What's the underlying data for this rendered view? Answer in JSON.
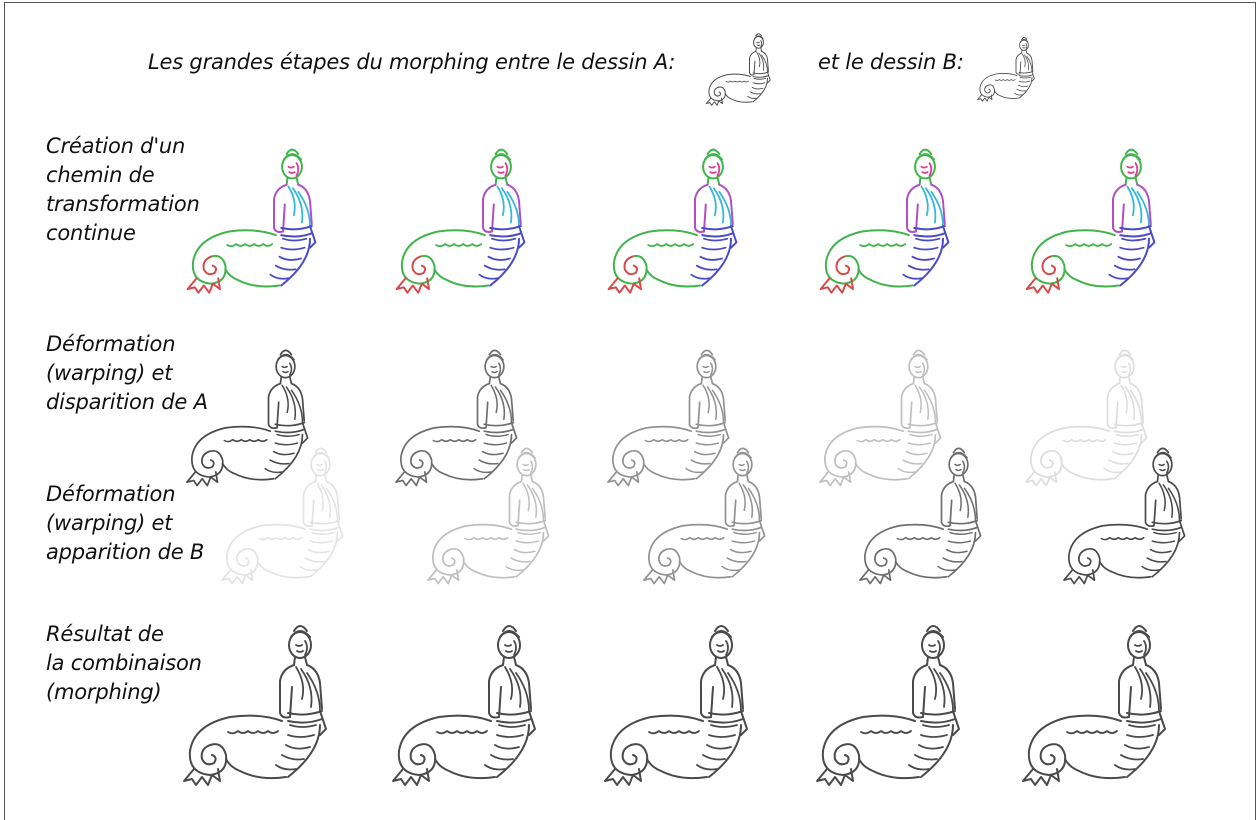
{
  "heading": {
    "part_a": "Les grandes étapes du morphing entre le dessin A:",
    "part_b": "et le dessin B:"
  },
  "rows": [
    {
      "label": "Création d'un\nchemin de\ntransformation\ncontinue",
      "style": "colored"
    },
    {
      "label": "Déformation\n(warping) et\ndisparition de A",
      "style": "sketch-fading",
      "opacities": [
        1.0,
        0.8,
        0.6,
        0.35,
        0.18
      ]
    },
    {
      "label": "Déformation\n(warping) et\napparition de B",
      "style": "sketch-appearing",
      "opacities": [
        0.15,
        0.35,
        0.6,
        0.8,
        1.0
      ]
    },
    {
      "label": "Résultat de\nla combinaison\n(morphing)",
      "style": "sketch"
    }
  ],
  "colors": {
    "head": "#3fb44a",
    "face": "#e03c9a",
    "arms": "#b04fc4",
    "drape": "#35b8d8",
    "belly": "#4a4ac8",
    "tail_outline": "#3fb44a",
    "fin": "#d84a4a",
    "pencil": "#4a4a4a"
  },
  "icons": {
    "drawing_a": "mermaid-figure-a-icon",
    "drawing_b": "mermaid-figure-b-icon"
  }
}
